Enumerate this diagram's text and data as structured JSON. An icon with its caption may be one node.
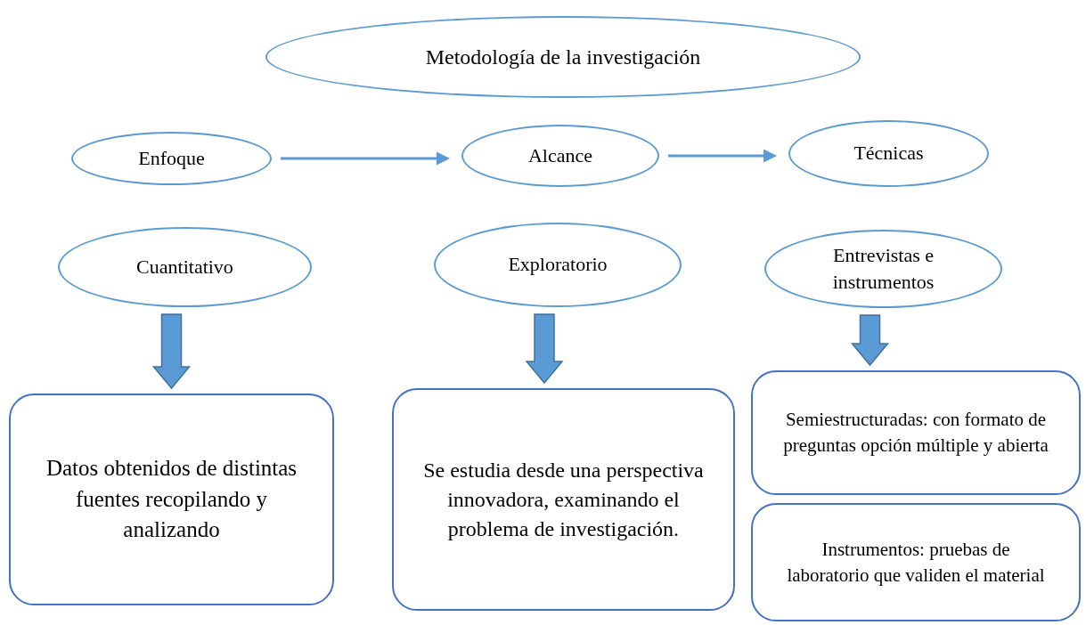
{
  "diagram": {
    "nodes": [
      {
        "text": [
          "Metodología de la investigación"
        ]
      },
      {
        "text": [
          "Enfoque"
        ]
      },
      {
        "text": [
          "Alcance"
        ]
      },
      {
        "text": [
          "Técnicas"
        ]
      },
      {
        "text": [
          "Cuantitativo"
        ]
      },
      {
        "text": [
          "Exploratorio"
        ]
      },
      {
        "text": [
          "Entrevistas e instrumentos"
        ]
      },
      {
        "text": [
          "Datos obtenidos de distintas fuentes recopilando y analizando"
        ]
      },
      {
        "text": [
          "Se estudia desde una perspectiva innovadora, examinando el problema de investigación."
        ]
      },
      {
        "text": [
          "Semiestructuradas: con formato de preguntas opción múltiple y abierta"
        ]
      },
      {
        "text": [
          "Instrumentos: pruebas de laboratorio que validen el material"
        ]
      }
    ],
    "edges": [
      {
        "from": 1,
        "to": 2,
        "arrow": "to"
      },
      {
        "from": 2,
        "to": 3,
        "arrow": "to"
      },
      {
        "from": 4,
        "to": 7,
        "arrow": "to",
        "style": "thick"
      },
      {
        "from": 5,
        "to": 8,
        "arrow": "to",
        "style": "thick"
      },
      {
        "from": 6,
        "to": 9,
        "arrow": "to",
        "style": "thick"
      }
    ]
  }
}
